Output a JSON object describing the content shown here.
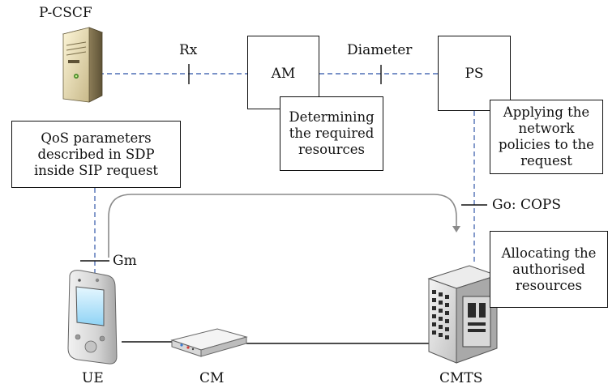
{
  "nodes": {
    "pcscf": "P-CSCF",
    "am": "AM",
    "ps": "PS",
    "ue": "UE",
    "cm": "CM",
    "cmts": "CMTS"
  },
  "interfaces": {
    "rx": "Rx",
    "diameter": "Diameter",
    "go": "Go: COPS",
    "gm": "Gm"
  },
  "notes": {
    "qos": "QoS parameters\ndescribed in SDP\ninside SIP request",
    "determining": "Determining\nthe required\nresources",
    "applying": "Applying the\nnetwork\npolicies to the\nrequest",
    "allocating": "Allocating the\nauthorised\nresources"
  },
  "colors": {
    "signaling_line": "#4f6fb5",
    "bearer_line": "#111111",
    "flow_arrow": "#8a8a8a"
  }
}
